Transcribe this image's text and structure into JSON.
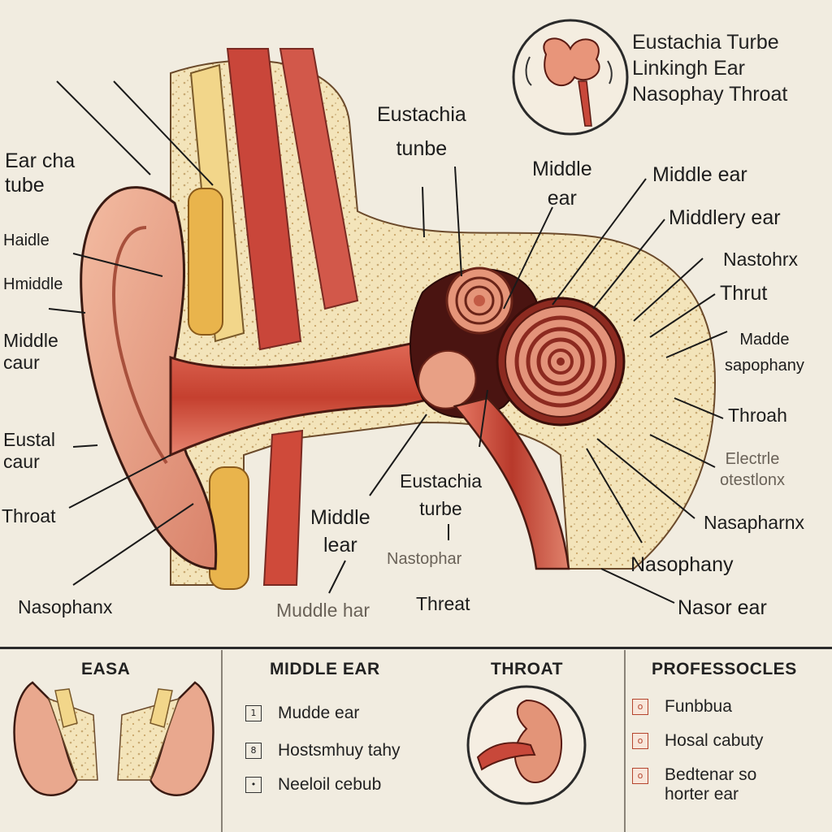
{
  "inset": {
    "title_lines": [
      "Eustachia Turbe",
      "Linkingh Ear",
      "Nasophay Throat"
    ]
  },
  "labels": {
    "ear_cha_tube": "Ear cha\ntube",
    "haidle": "Haidle",
    "hmiddle": "Hmiddle",
    "middle_caur": "Middle\ncaur",
    "eustal_caur": "Eustal\ncaur",
    "throat_left": "Throat",
    "nasophanx_left": "Nasophanx",
    "eustachia_tunbe": "Eustachia\ntunbe",
    "middle_ear_center": "Middle\near",
    "middle_ear_right": "Middle ear",
    "middlery_ear": "Middlery ear",
    "nastohrx": "Nastohrx",
    "thrut": "Thrut",
    "madde_sapophany": "Madde\nsapophany",
    "throah": "Throah",
    "electrle": "Electrle\notestlonx",
    "nasapharnx": "Nasapharnx",
    "nasophany": "Nasophany",
    "nasor_ear": "Nasor ear",
    "eustachia_turbe_lower": "Eustachia\nturbe",
    "middle_lear": "Middle\nlear",
    "nastophar": "Nastophar",
    "threat": "Threat",
    "muddle_har": "Muddle har"
  },
  "bottom": {
    "panel1": {
      "title": "EASA"
    },
    "panel2": {
      "title": "MIDDLE EAR",
      "items": [
        {
          "marker": "1",
          "text": "Mudde ear"
        },
        {
          "marker": "8",
          "text": "Hostsmhuy tahy"
        },
        {
          "marker": "•",
          "text": "Neeloil cebub"
        }
      ]
    },
    "panel3": {
      "title": "THROAT"
    },
    "panel4": {
      "title": "PROFESSOCLES",
      "items": [
        {
          "marker": "o",
          "text": "Funbbua"
        },
        {
          "marker": "o",
          "text": "Hosal cabuty"
        },
        {
          "marker": "o",
          "text": "Bedtenar so\nhorter ear"
        }
      ]
    }
  },
  "colors": {
    "background": "#f1ece0",
    "skin": "#e9a88e",
    "skin_dark": "#b8553c",
    "canal": "#c84a3a",
    "bone": "#f3e2b4",
    "cartilage": "#e8b450",
    "ink": "#1b1b1b"
  }
}
